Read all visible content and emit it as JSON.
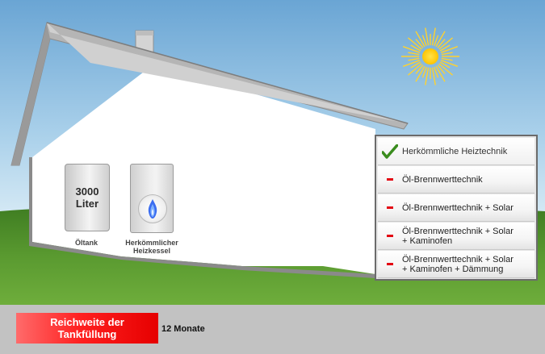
{
  "colors": {
    "sky_top": "#6ea8d6",
    "sky_bottom": "#d9ecf6",
    "grass": "#4f8f2a",
    "house_wall": "#ffffff",
    "roof": "#a9a9a9",
    "sun": "#ffd400",
    "accent_red": "#e30613",
    "check_green": "#3a8c1e"
  },
  "house": {
    "tank": {
      "volume": "3000",
      "unit": "Liter",
      "caption": "Öltank"
    },
    "boiler": {
      "caption_line1": "Herkömmlicher",
      "caption_line2": "Heizkessel",
      "icon": "flame-icon"
    }
  },
  "menu": {
    "items": [
      {
        "line1": "Herkömmliche Heiztechnik",
        "line2": "",
        "icon": "check-icon",
        "selected": true
      },
      {
        "line1": "Öl-Brennwerttechnik",
        "line2": "",
        "icon": "minus-icon",
        "selected": false
      },
      {
        "line1": "Öl-Brennwerttechnik + Solar",
        "line2": "",
        "icon": "minus-icon",
        "selected": false
      },
      {
        "line1": "Öl-Brennwerttechnik + Solar",
        "line2": "+ Kaminofen",
        "icon": "minus-icon",
        "selected": false
      },
      {
        "line1": "Öl-Brennwerttechnik + Solar",
        "line2": "+ Kaminofen + Dämmung",
        "icon": "minus-icon",
        "selected": false
      }
    ]
  },
  "range": {
    "label_line1": "Reichweite der",
    "label_line2": "Tankfüllung",
    "value": "12 Monate"
  }
}
